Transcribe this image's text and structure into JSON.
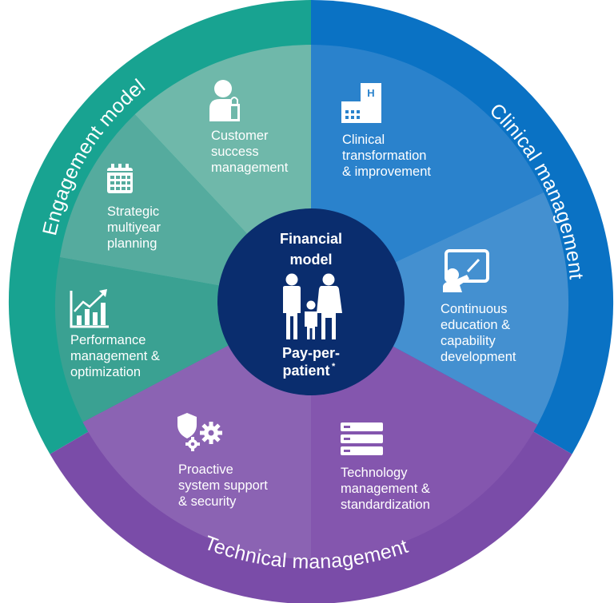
{
  "center": {
    "title_line1": "Financial",
    "title_line2": "model",
    "subtitle_line1": "Pay-per-",
    "subtitle_line2": "patient",
    "subtitle_mark": "*",
    "icon": "family-icon"
  },
  "rings": {
    "engagement": "Engagement model",
    "clinical": "Clinical management",
    "technical": "Technical management"
  },
  "segments": {
    "customer_success": {
      "lines": [
        "Customer",
        "success",
        "management"
      ],
      "icon": "customer-bag-icon"
    },
    "clinical_transformation": {
      "lines": [
        "Clinical",
        "transformation",
        "& improvement"
      ],
      "icon": "hospital-icon"
    },
    "continuous_education": {
      "lines": [
        "Continuous",
        "education &",
        "capability",
        "development"
      ],
      "icon": "teacher-board-icon"
    },
    "technology_management": {
      "lines": [
        "Technology",
        "management &",
        "standardization"
      ],
      "icon": "server-icon"
    },
    "proactive_support": {
      "lines": [
        "Proactive",
        "system support",
        "& security"
      ],
      "icon": "shield-gears-icon"
    },
    "performance_management": {
      "lines": [
        "Performance",
        "management &",
        "optimization"
      ],
      "icon": "growth-chart-icon"
    },
    "strategic_planning": {
      "lines": [
        "Strategic",
        "multiyear",
        "planning"
      ],
      "icon": "calendar-icon"
    }
  },
  "colors": {
    "engagement_ring": "#18a391",
    "clinical_ring": "#0a72c4",
    "technical_ring": "#7a4ca8",
    "center": "#0a2d6e"
  }
}
